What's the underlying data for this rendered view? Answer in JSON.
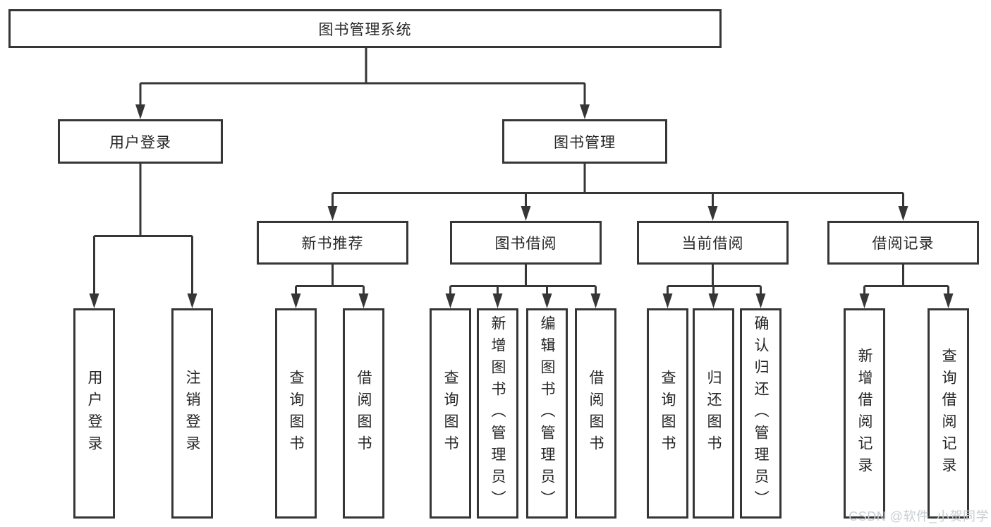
{
  "diagram": {
    "title_node": {
      "label": "图书管理系统"
    },
    "level2": [
      {
        "label": "用户登录"
      },
      {
        "label": "图书管理"
      }
    ],
    "level3": [
      {
        "label": "新书推荐"
      },
      {
        "label": "图书借阅"
      },
      {
        "label": "当前借阅"
      },
      {
        "label": "借阅记录"
      }
    ],
    "leaves": {
      "user": [
        {
          "label": "用户登录"
        },
        {
          "label": "注销登录"
        }
      ],
      "new_books": [
        {
          "label": "查询图书"
        },
        {
          "label": "借阅图书"
        }
      ],
      "borrowing": [
        {
          "label": "查询图书"
        },
        {
          "label": "新增图书（管理员）"
        },
        {
          "label": "编辑图书（管理员）"
        },
        {
          "label": "借阅图书"
        }
      ],
      "current": [
        {
          "label": "查询图书"
        },
        {
          "label": "归还图书"
        },
        {
          "label": "确认归还（管理员）"
        }
      ],
      "records": [
        {
          "label": "新增借阅记录"
        },
        {
          "label": "查询借阅记录"
        }
      ]
    },
    "watermark": "CSDN @软件_小贺同学",
    "colors": {
      "line": "#363636",
      "text": "#262626",
      "watermark": "#c8ced1",
      "background": "#ffffff"
    }
  }
}
